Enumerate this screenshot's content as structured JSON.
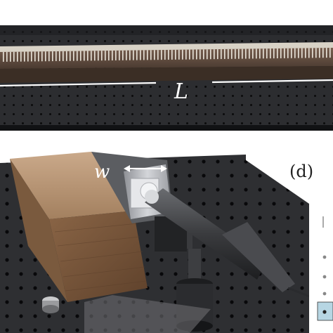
{
  "labels": {
    "length_symbol": "L",
    "width_symbol": "w",
    "panel_tag": "(d)"
  },
  "colors": {
    "table_dark": "#2a2b2e",
    "table_hole": "#0b0b0c",
    "wood_light": "#b08d6c",
    "wood_dark": "#6e4f36",
    "channel_metal": "#a9abb0",
    "fiber_dark": "#3a3b3e",
    "background": "#ffffff"
  },
  "icons": [
    "horizontal-double-arrow-icon"
  ]
}
